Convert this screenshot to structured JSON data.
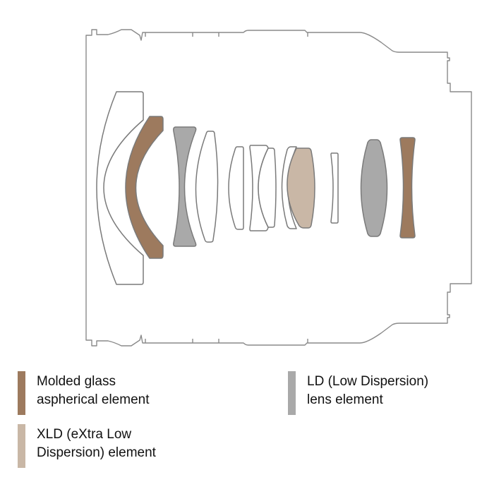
{
  "colors": {
    "molded_aspherical": "#9d7a5e",
    "ld": "#a9a9a9",
    "xld": "#c9b7a6",
    "outline": "#7a7a7a"
  },
  "legend": [
    {
      "line1": "Molded glass",
      "line2": "aspherical element",
      "color": "#9d7a5e"
    },
    {
      "line1": "LD (Low Dispersion)",
      "line2": "lens element",
      "color": "#a9a9a9"
    },
    {
      "line1": "XLD (eXtra Low",
      "line2": "Dispersion) element",
      "color": "#c9b7a6"
    }
  ]
}
